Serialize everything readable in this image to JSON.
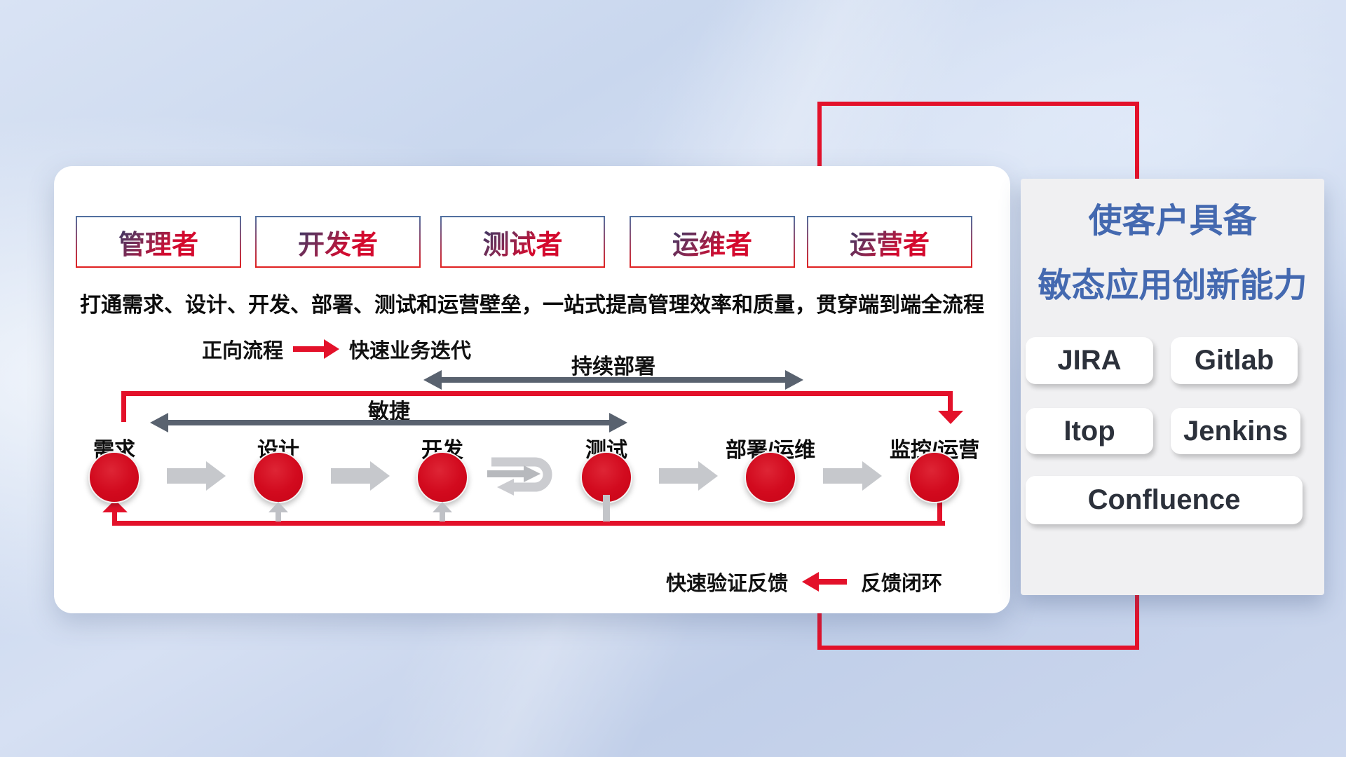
{
  "roles": [
    "管理者",
    "开发者",
    "测试者",
    "运维者",
    "运营者"
  ],
  "subtitle": "打通需求、设计、开发、部署、测试和运营壁垒，一站式提高管理效率和质量，贯穿端到端全流程",
  "legend_forward": {
    "label": "正向流程",
    "desc": "快速业务迭代"
  },
  "flow": {
    "stages": [
      "需求",
      "设计",
      "开发",
      "测试",
      "部署/运维",
      "监控/运营"
    ],
    "agile_label": "敏捷",
    "continuous_deploy_label": "持续部署"
  },
  "legend_feedback": {
    "desc": "快速验证反馈",
    "label": "反馈闭环"
  },
  "right_panel": {
    "title_line1": "使客户具备",
    "title_line2": "敏态应用创新能力",
    "tools": [
      "JIRA",
      "Gitlab",
      "Itop",
      "Jenkins",
      "Confluence"
    ]
  },
  "colors": {
    "accent_red": "#e3112a",
    "box_border_blue": "#5070a0",
    "title_blue": "#4469b0",
    "arrow_gray": "#c6c8cc",
    "dark_arrow": "#59626f"
  }
}
